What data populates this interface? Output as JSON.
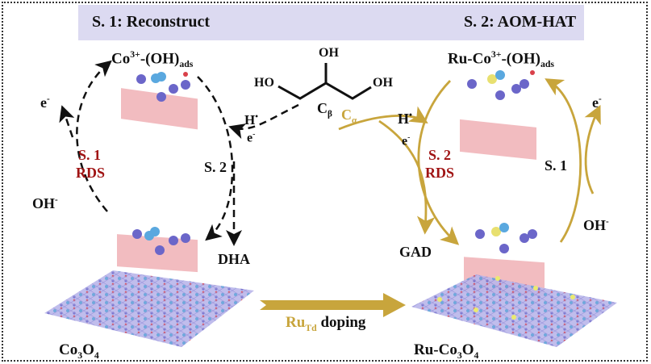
{
  "header": {
    "left_title": "S. 1: Reconstruct",
    "right_title": "S. 2: AOM-HAT"
  },
  "left_cycle": {
    "top_species": {
      "base": "Co",
      "sup": "3+",
      "mid": "-(OH)",
      "sub": "ads"
    },
    "e_label": {
      "base": "e",
      "sup": "-"
    },
    "rds_step": "S. 1",
    "rds_label": "RDS",
    "oh_label": {
      "base": "OH",
      "sup": "-"
    },
    "step2_label": "S. 2",
    "h_label": {
      "base": "H",
      "sup": "•"
    },
    "e2_label": {
      "base": "e",
      "sup": "-"
    },
    "product": "DHA"
  },
  "molecule": {
    "oh_top": "OH",
    "ho_left": "HO",
    "oh_right": "OH",
    "c_beta": {
      "base": "C",
      "sub": "β"
    },
    "c_alpha": {
      "base": "C",
      "sub": "α"
    }
  },
  "right_cycle": {
    "top_species": {
      "pre": "Ru-Co",
      "sup": "3+",
      "mid": "-(OH)",
      "sub": "ads"
    },
    "h_label": {
      "base": "H",
      "sup": "•"
    },
    "e_label": {
      "base": "e",
      "sup": "-"
    },
    "rds_step": "S. 2",
    "rds_label": "RDS",
    "step1_label": "S. 1",
    "e_out": {
      "base": "e",
      "sup": "-"
    },
    "oh_label": {
      "base": "OH",
      "sup": "-"
    },
    "product": "GAD"
  },
  "bottom": {
    "left_material": {
      "a": "Co",
      "s1": "3",
      "b": "O",
      "s2": "4"
    },
    "arrow_label": {
      "ru": "Ru",
      "sub": "Td",
      "rest": " doping"
    },
    "right_material": {
      "a": "Ru-Co",
      "s1": "3",
      "b": "O",
      "s2": "4"
    }
  },
  "colors": {
    "band": "#dcdaf1",
    "gold": "#c8a53c",
    "rds_red": "#a01414",
    "co": "#7a7ad0",
    "o": "#d9404a",
    "ru": "#e8e070"
  }
}
